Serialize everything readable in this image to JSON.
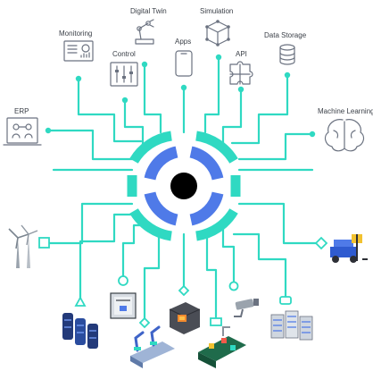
{
  "nodes": {
    "digital_twin": "Digital Twin",
    "simulation": "Simulation",
    "monitoring": "Monitoring",
    "apps": "Apps",
    "data_storage": "Data Storage",
    "control": "Control",
    "api": "API",
    "erp": "ERP",
    "machine_learning": "Machine Learning"
  },
  "colors": {
    "accent": "#2fd9c2",
    "ring_inner": "#4f7ae8",
    "core": "#000000",
    "icon_stroke": "#6b7280",
    "text": "#3a3f47"
  }
}
